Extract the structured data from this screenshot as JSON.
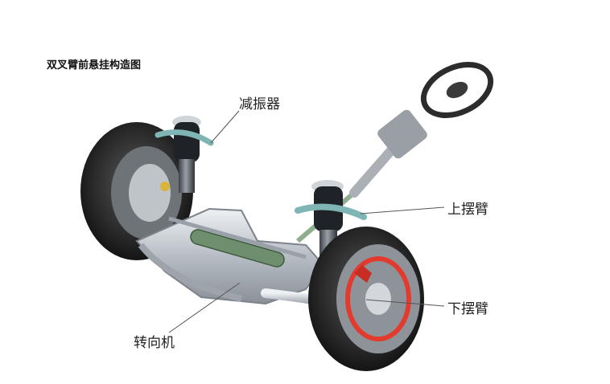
{
  "diagram": {
    "title": "双叉臂前悬挂构造图",
    "labels": {
      "shock_absorber": "减振器",
      "upper_arm": "上摆臂",
      "lower_arm": "下摆臂",
      "steering_gear": "转向机"
    }
  },
  "colors": {
    "tire": "#2b2b2b",
    "metal": "#c9ced3",
    "strut": "#5a5f66",
    "boot": "#8fb8b8",
    "brake_disc": "#e23b2e",
    "rack": "#6d8f6d",
    "leader": "#555555"
  }
}
